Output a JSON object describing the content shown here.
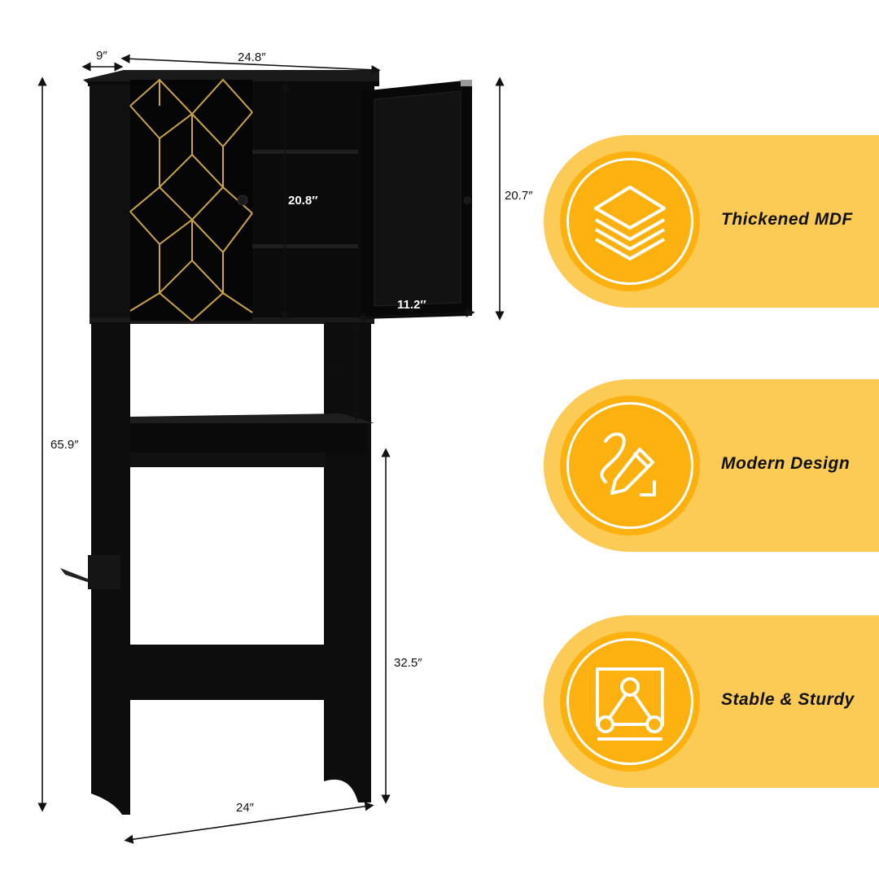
{
  "dimensions": {
    "depth": "9″",
    "top_width": "24.8″",
    "total_height": "65.9″",
    "cabinet_inner_height": "20.8″",
    "cabinet_height": "20.7″",
    "door_width": "11.2″",
    "shelf_gap": "8.5″",
    "leg_clearance": "32.5″",
    "base_width": "24″"
  },
  "features": [
    {
      "label": "Thickened MDF",
      "icon": "layers-icon"
    },
    {
      "label": "Modern Design",
      "icon": "pencil-curve-icon"
    },
    {
      "label": "Stable & Sturdy",
      "icon": "triangle-nodes-icon"
    }
  ],
  "colors": {
    "band": "#fccb55",
    "disc": "#fdb10f",
    "furniture": "#0d0d0d",
    "accent_gold": "#c9a24a"
  }
}
